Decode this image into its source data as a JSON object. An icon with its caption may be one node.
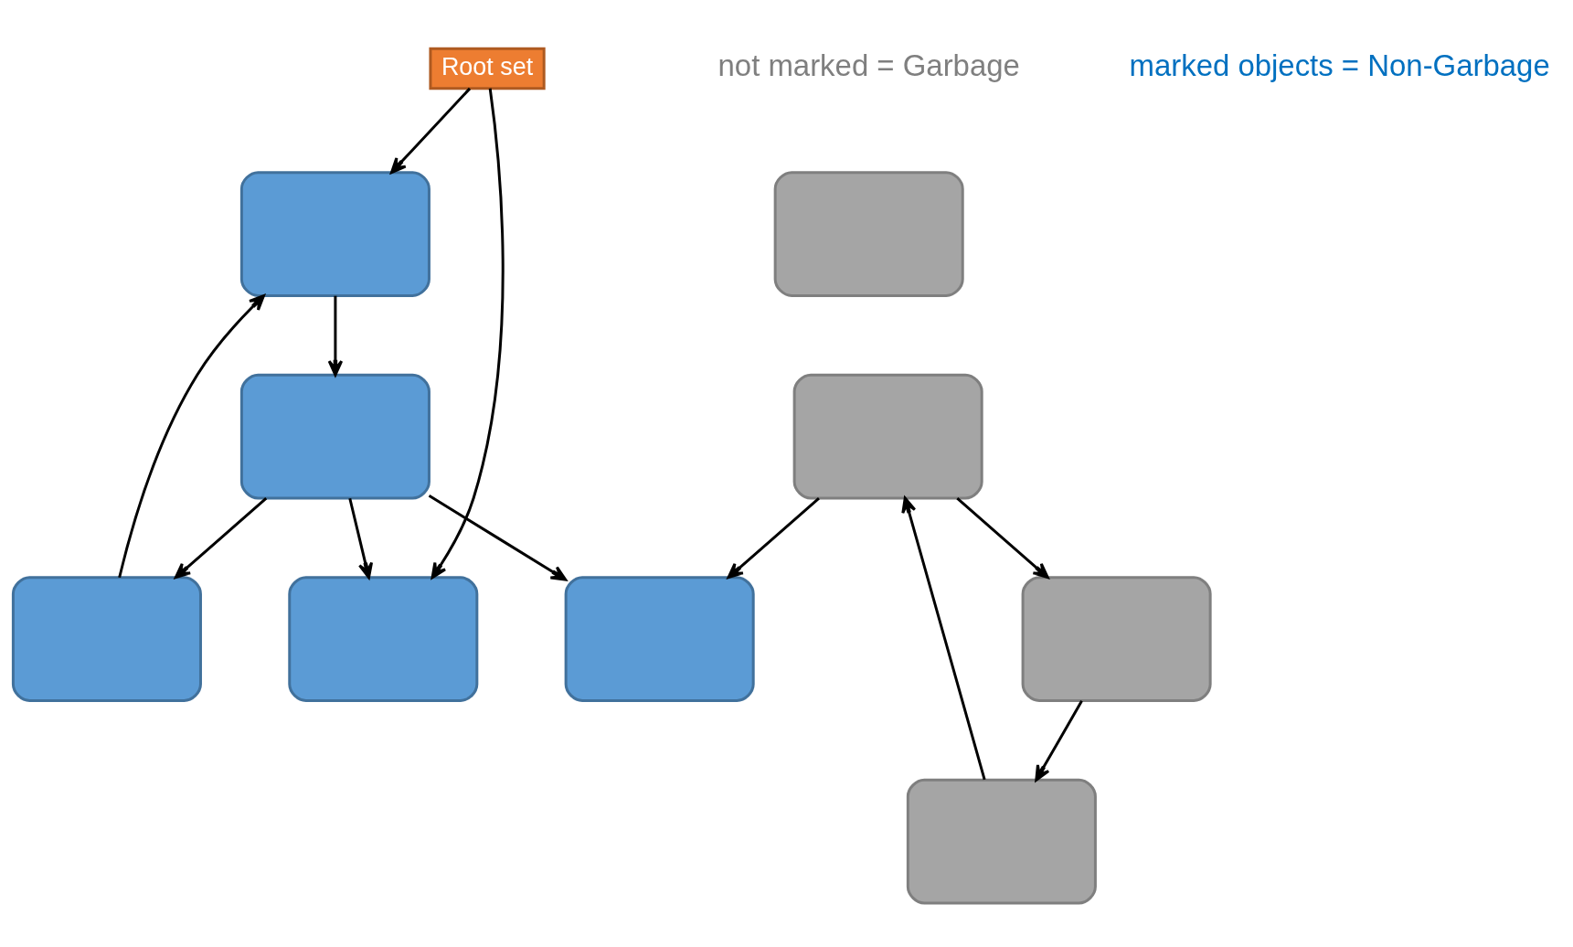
{
  "diagram": {
    "nodes": [
      {
        "text": [
          "Root set"
        ]
      },
      {
        "text": [],
        "shape": "box"
      },
      {
        "text": [],
        "shape": "box"
      },
      {
        "text": [],
        "shape": "box"
      },
      {
        "text": [],
        "shape": "box"
      },
      {
        "text": [],
        "shape": "box"
      },
      {
        "text": [],
        "shape": "box"
      },
      {
        "text": [],
        "shape": "box"
      },
      {
        "text": [],
        "shape": "box"
      },
      {
        "text": [],
        "shape": "box"
      }
    ],
    "edges": [
      {
        "from": 0,
        "to": 1,
        "arrow": "to"
      },
      {
        "from": 0,
        "to": 4,
        "arrow": "to"
      },
      {
        "from": 1,
        "to": 3,
        "arrow": "to"
      },
      {
        "from": 2,
        "to": 1,
        "arrow": "to"
      },
      {
        "from": 3,
        "to": 2,
        "arrow": "to"
      },
      {
        "from": 3,
        "to": 5,
        "arrow": "to"
      },
      {
        "from": 3,
        "to": 4,
        "arrow": "to"
      },
      {
        "from": 7,
        "to": 5,
        "arrow": "to"
      },
      {
        "from": 7,
        "to": 9,
        "arrow": "to"
      },
      {
        "from": 9,
        "to": 8,
        "arrow": "to"
      },
      {
        "from": 8,
        "to": 7,
        "arrow": "to"
      }
    ],
    "labels": [
      "marked objects = Non-Garbage",
      "not marked = Garbage"
    ]
  }
}
